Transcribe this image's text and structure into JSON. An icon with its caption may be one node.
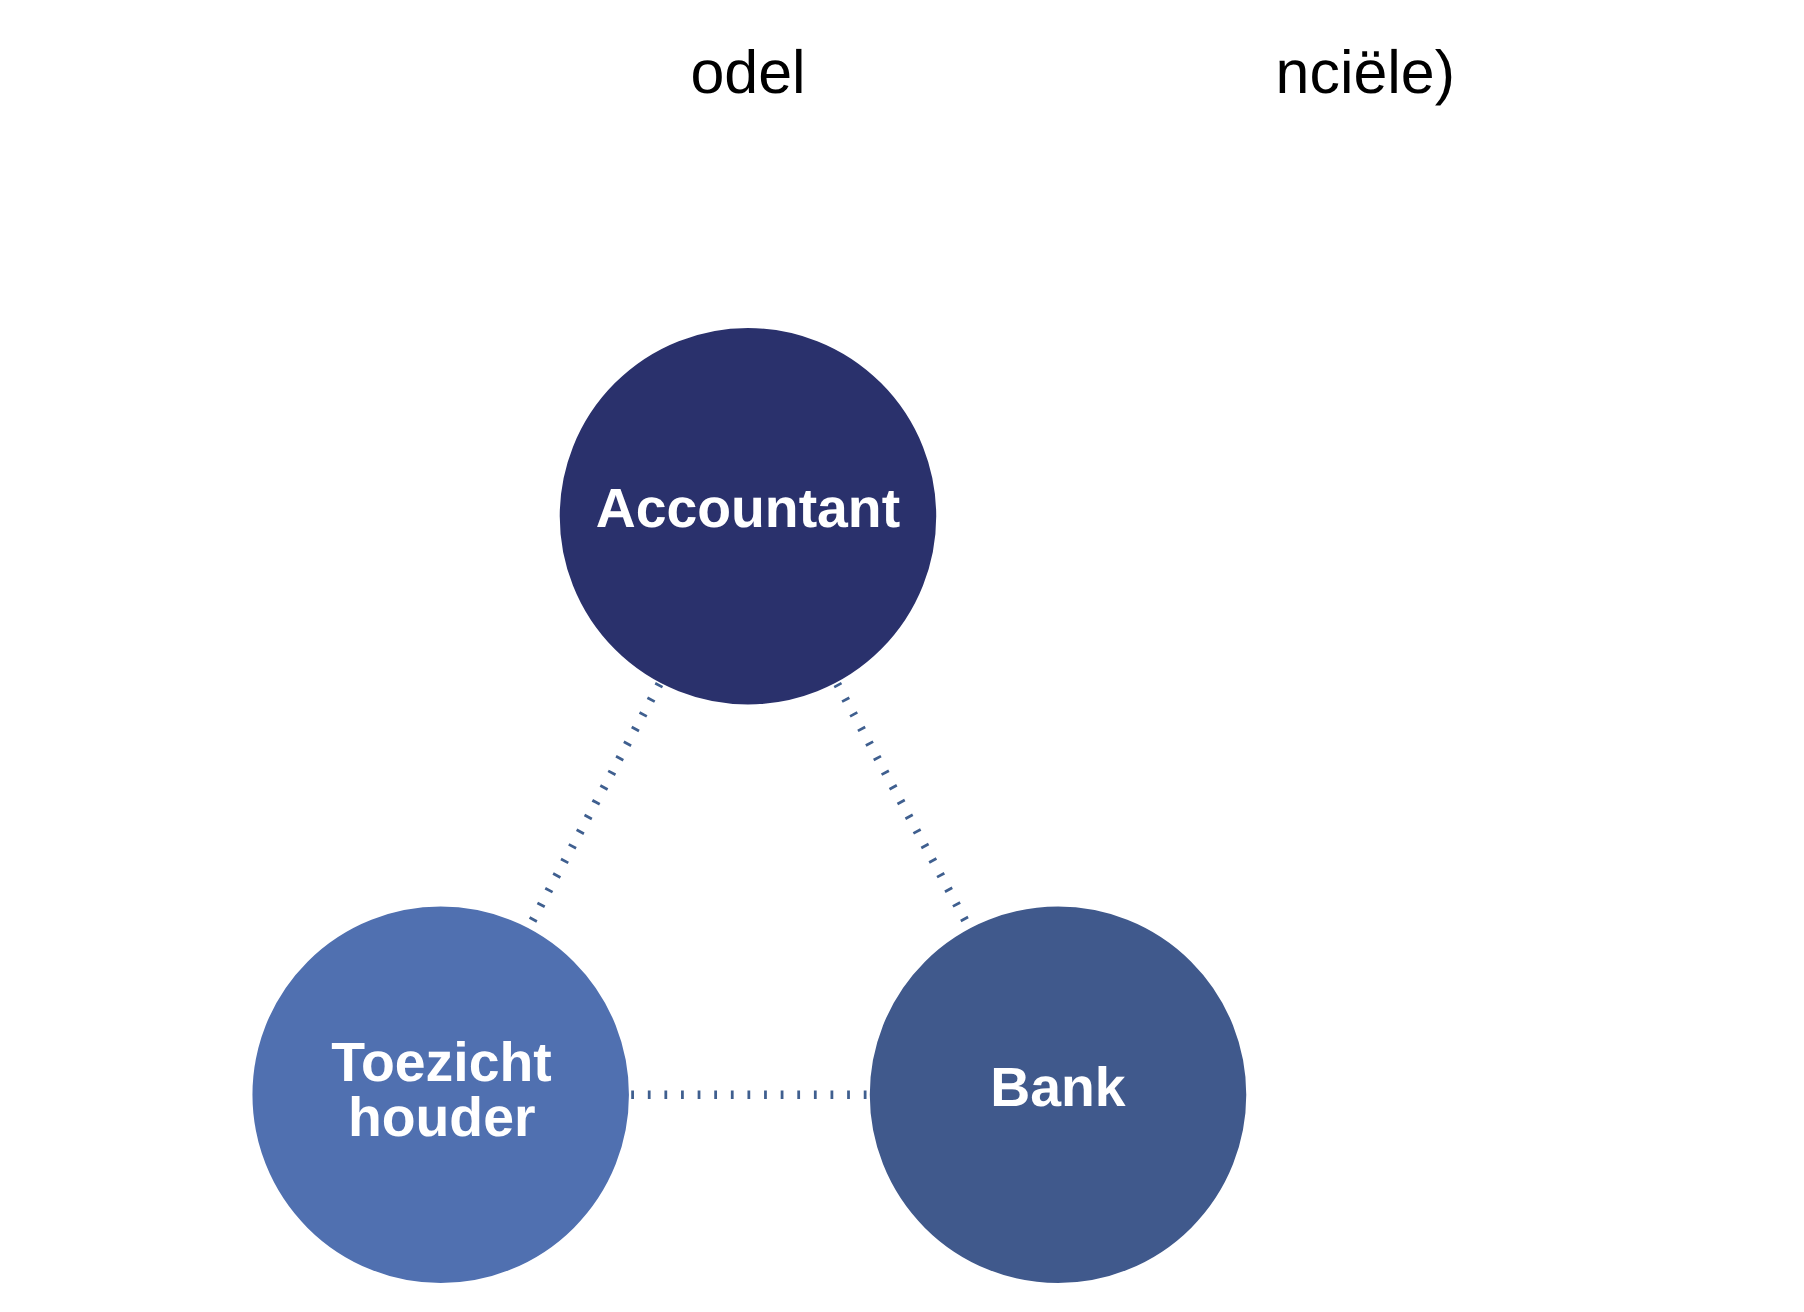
{
  "diagram": {
    "nodes": [
      {
        "text": [
          "Accountant"
        ]
      },
      {
        "text": [
          "Toezicht houder"
        ]
      },
      {
        "text": [
          "Bank"
        ]
      }
    ],
    "edges": [
      {
        "from": 0,
        "to": 1,
        "arrow": "none",
        "style": "dashed"
      },
      {
        "from": 0,
        "to": 2,
        "arrow": "none",
        "style": "dashed"
      },
      {
        "from": 1,
        "to": 2,
        "arrow": "none",
        "style": "dashed"
      }
    ],
    "labels": [
      "odel",
      "nciële)"
    ]
  }
}
